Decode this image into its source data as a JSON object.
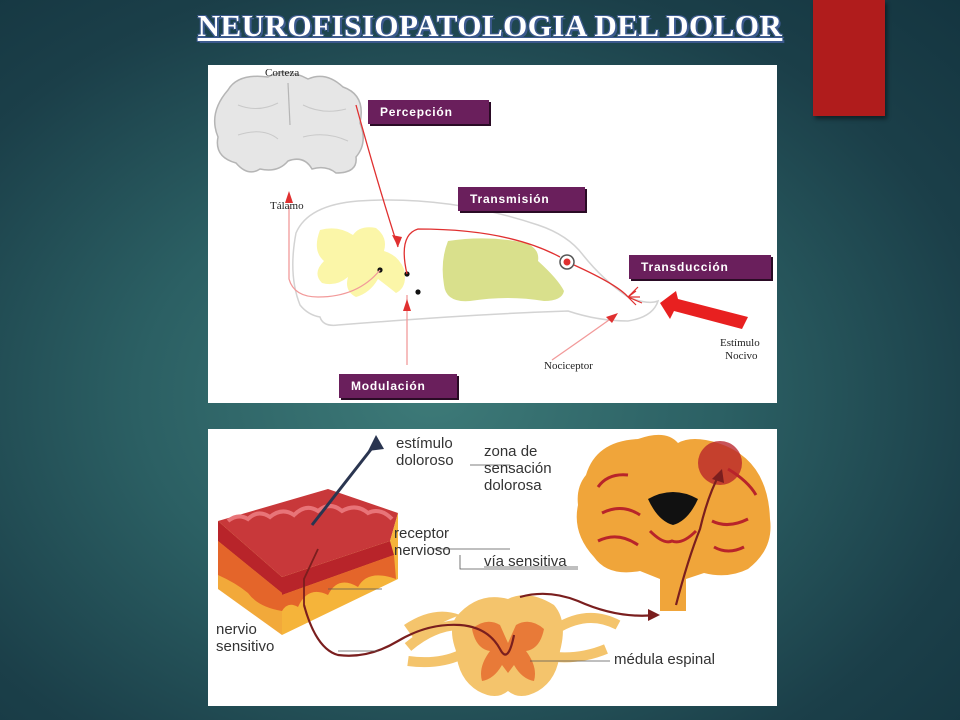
{
  "slide": {
    "title": "NEUROFISIOPATOLOGIA  DEL  DOLOR"
  },
  "top_diagram": {
    "stage_labels": {
      "perception": "Percepción",
      "transmission": "Transmisión",
      "transduction": "Transducción",
      "modulation": "Modulación"
    },
    "anatomy_labels": {
      "cortex": "Corteza",
      "thalamus": "Tálamo",
      "nociceptor": "Nociceptor",
      "stimulus_line1": "Estímulo",
      "stimulus_line2": "Nocivo"
    },
    "colors": {
      "stage_box": "#6a1f5c",
      "pathway": "#e03030",
      "grey_matter": "#fbf6a8",
      "ganglion": "#d9e08c"
    }
  },
  "bottom_diagram": {
    "labels": {
      "stimulus_line1": "estímulo",
      "stimulus_line2": "doloroso",
      "receptor_line1": "receptor",
      "receptor_line2": "nervioso",
      "nerve_line1": "nervio",
      "nerve_line2": "sensitivo",
      "zone_line1": "zona de",
      "zone_line2": "sensación",
      "zone_line3": "dolorosa",
      "pathway": "vía sensitiva",
      "spinal_cord": "médula espinal"
    },
    "colors": {
      "skin_top": "#b8242a",
      "skin_mid": "#e4652a",
      "skin_bottom": "#f5b43a",
      "brain": "#f0a53a",
      "nerve_path": "#7a1e1e"
    }
  }
}
